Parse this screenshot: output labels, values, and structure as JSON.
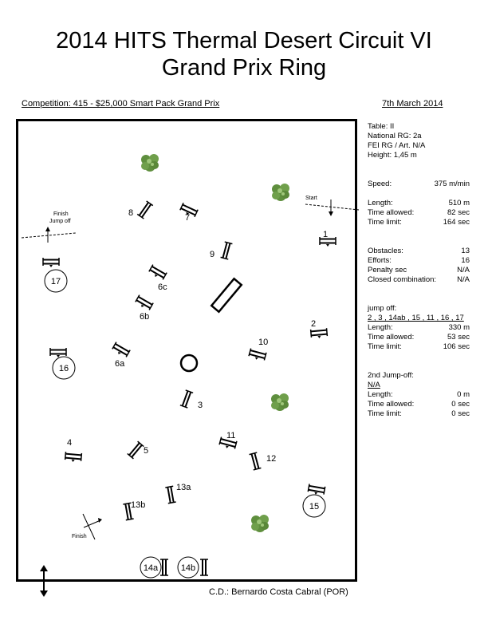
{
  "title": {
    "line1": "2014 HITS Thermal Desert Circuit VI",
    "line2": "Grand Prix Ring"
  },
  "competition": "Competition: 415 - $25,000 Smart Pack Grand Prix",
  "date": "7th March 2014",
  "course_designer": "C.D.: Bernardo Costa Cabral (POR)",
  "specs": {
    "table": "Table: II",
    "national_rg": "National RG: 2a",
    "fei_rg": "FEI RG / Art. N/A",
    "height": "Height: 1,45  m",
    "speed_label": "Speed:",
    "speed_value": "375  m/min",
    "length_label": "Length:",
    "length_value": "510   m",
    "time_allowed_label": "Time allowed:",
    "time_allowed_value": "82  sec",
    "time_limit_label": "Time limit:",
    "time_limit_value": "164  sec",
    "obstacles_label": "Obstacles:",
    "obstacles_value": "13",
    "efforts_label": "Efforts:",
    "efforts_value": "16",
    "penalty_label": "Penalty sec",
    "penalty_value": "N/A",
    "closed_label": "Closed combination:",
    "closed_value": "N/A"
  },
  "jump_off": {
    "heading": "jump off:",
    "sequence": "2 , 3 , 14ab , 15 , 11 , 16 , 17",
    "length_label": "Length:",
    "length_value": "330  m",
    "time_allowed_label": "Time allowed:",
    "time_allowed_value": "53  sec",
    "time_limit_label": "Time limit:",
    "time_limit_value": "106  sec"
  },
  "jump_off_2": {
    "heading": "2nd Jump-off:",
    "value": "N/A",
    "length_label": "Length:",
    "length_value": "0   m",
    "time_allowed_label": "Time allowed:",
    "time_allowed_value": "0  sec",
    "time_limit_label": "Time limit:",
    "time_limit_value": "0  sec"
  },
  "course_labels": {
    "start": "Start",
    "finish_jump_off": "Finish\nJump off",
    "finish": "Finish"
  },
  "obstacle_labels": [
    "1",
    "2",
    "3",
    "4",
    "5",
    "6a",
    "6b",
    "6c",
    "7",
    "8",
    "9",
    "10",
    "11",
    "12",
    "13a",
    "13b"
  ],
  "jump_off_obstacle_labels": [
    "14a",
    "14b",
    "15",
    "16",
    "17"
  ],
  "colors": {
    "tree": "#5f8f3e",
    "tree_light": "#9fc77a"
  }
}
